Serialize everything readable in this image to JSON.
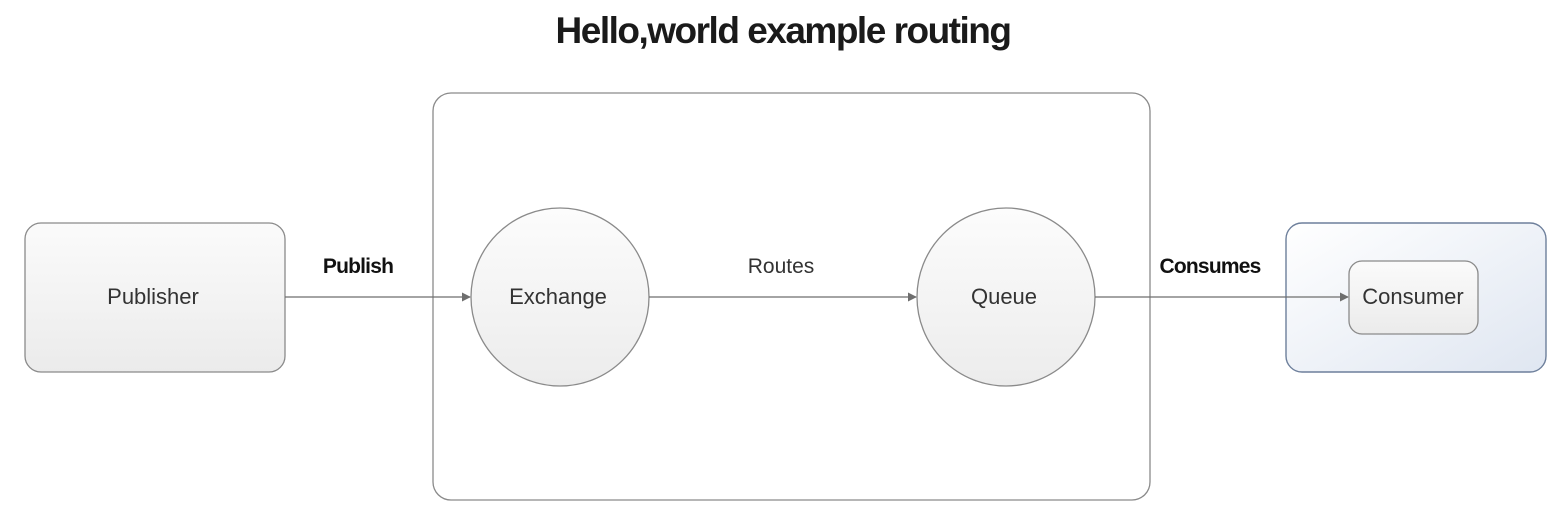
{
  "title": "Hello,world example routing",
  "nodes": {
    "publisher": "Publisher",
    "exchange": "Exchange",
    "queue": "Queue",
    "consumer": "Consumer"
  },
  "edges": {
    "publish": "Publish",
    "routes": "Routes",
    "consumes": "Consumes"
  },
  "colors": {
    "stroke": "#8a8a8a",
    "consumer_stroke": "#6d7f9b",
    "node_fill_top": "#fbfbfb",
    "node_fill_bottom": "#ececec",
    "consumer_fill_top": "#ffffff",
    "consumer_fill_bottom": "#e3e8f1",
    "arrow": "#6e6e6e"
  }
}
